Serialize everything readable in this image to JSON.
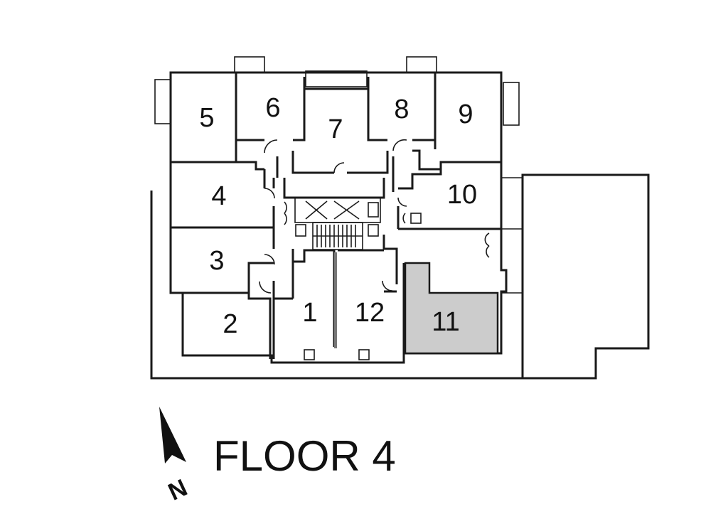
{
  "plan": {
    "title": "FLOOR 4",
    "north_label": "N",
    "highlighted_unit": "11",
    "highlight_color": "#cccccc",
    "units": [
      {
        "id": "1",
        "label": "1"
      },
      {
        "id": "2",
        "label": "2"
      },
      {
        "id": "3",
        "label": "3"
      },
      {
        "id": "4",
        "label": "4"
      },
      {
        "id": "5",
        "label": "5"
      },
      {
        "id": "6",
        "label": "6"
      },
      {
        "id": "7",
        "label": "7"
      },
      {
        "id": "8",
        "label": "8"
      },
      {
        "id": "9",
        "label": "9"
      },
      {
        "id": "10",
        "label": "10"
      },
      {
        "id": "11",
        "label": "11"
      },
      {
        "id": "12",
        "label": "12"
      }
    ]
  }
}
